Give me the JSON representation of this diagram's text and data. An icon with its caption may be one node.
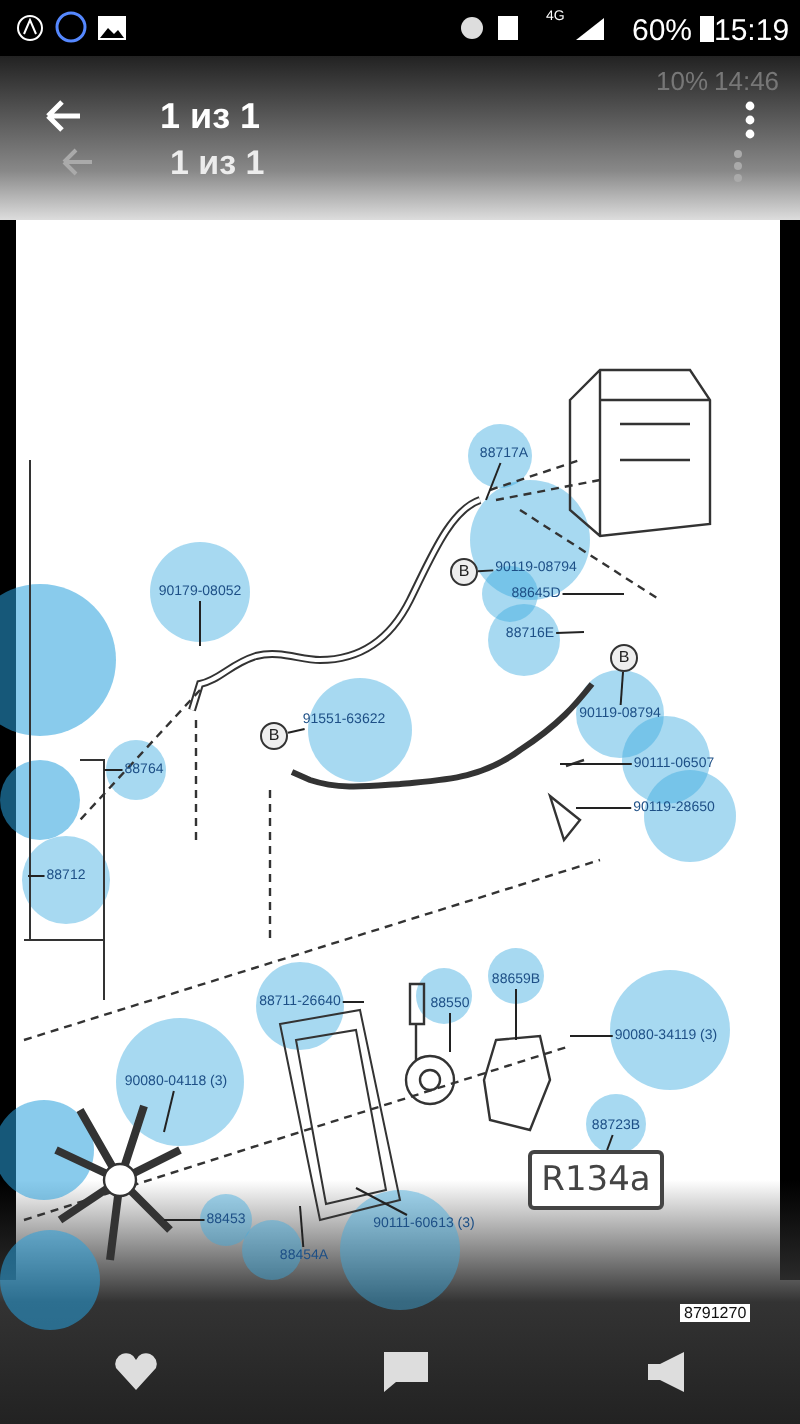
{
  "diagram": {
    "nodes": [
      {
        "text": [
          "88717A"
        ]
      },
      {
        "text": [
          "90119-08794"
        ]
      },
      {
        "text": [
          "88645D"
        ]
      },
      {
        "text": [
          "88716E"
        ]
      },
      {
        "text": [
          "90179-08052"
        ]
      },
      {
        "text": [
          "91551-63622"
        ]
      },
      {
        "text": [
          "B"
        ]
      },
      {
        "text": [
          "B"
        ]
      },
      {
        "text": [
          "B"
        ]
      },
      {
        "text": [
          "90119-08794"
        ]
      },
      {
        "text": [
          "90111-06507"
        ]
      },
      {
        "text": [
          "90119-28650"
        ]
      },
      {
        "text": [
          "88764"
        ]
      },
      {
        "text": [
          "88712"
        ]
      },
      {
        "text": [
          "88711-26640"
        ]
      },
      {
        "text": [
          "90080-04118 (3)"
        ]
      },
      {
        "text": [
          "88453"
        ]
      },
      {
        "text": [
          "88454A"
        ]
      },
      {
        "text": [
          "88550"
        ]
      },
      {
        "text": [
          "88659B"
        ]
      },
      {
        "text": [
          "90080-34119 (3)"
        ]
      },
      {
        "text": [
          "88723B"
        ]
      },
      {
        "text": [
          "R134a"
        ]
      },
      {
        "text": [
          "90111-60613 (3)"
        ]
      }
    ],
    "edges": [
      {
        "from": 0,
        "to": null,
        "arrow": "none"
      },
      {
        "from": 1,
        "to": 6,
        "arrow": "none"
      },
      {
        "from": 2,
        "to": null,
        "arrow": "none"
      },
      {
        "from": 3,
        "to": null,
        "arrow": "none"
      },
      {
        "from": 4,
        "to": null,
        "arrow": "none"
      },
      {
        "from": 5,
        "to": 7,
        "arrow": "none"
      },
      {
        "from": 9,
        "to": 8,
        "arrow": "none"
      },
      {
        "from": 10,
        "to": null,
        "arrow": "none"
      },
      {
        "from": 11,
        "to": null,
        "arrow": "none"
      },
      {
        "from": 12,
        "to": null,
        "arrow": "none"
      },
      {
        "from": 13,
        "to": null,
        "arrow": "none"
      },
      {
        "from": 14,
        "to": null,
        "arrow": "none"
      },
      {
        "from": 15,
        "to": null,
        "arrow": "none"
      },
      {
        "from": 16,
        "to": null,
        "arrow": "none"
      },
      {
        "from": 17,
        "to": null,
        "arrow": "none"
      },
      {
        "from": 18,
        "to": null,
        "arrow": "none"
      },
      {
        "from": 19,
        "to": null,
        "arrow": "none"
      },
      {
        "from": 20,
        "to": null,
        "arrow": "none"
      },
      {
        "from": 21,
        "to": 22,
        "arrow": "none"
      },
      {
        "from": 23,
        "to": null,
        "arrow": "none"
      }
    ],
    "labels": [
      "60%",
      "15:19",
      "10%",
      "14:46",
      "4G",
      "1 из 1",
      "1 из 1",
      "8791270"
    ]
  }
}
